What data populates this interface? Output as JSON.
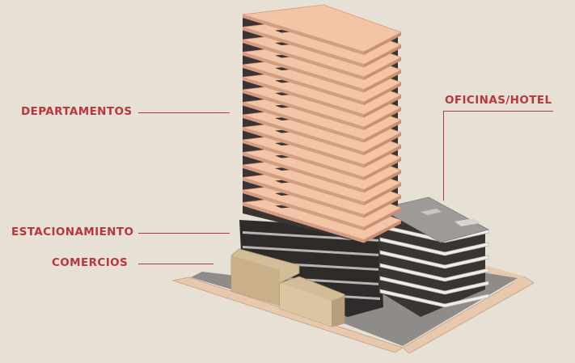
{
  "labels": {
    "departamentos": "DEPARTAMENTOS",
    "oficinas_hotel": "OFICINAS/HOTEL",
    "estacionamiento": "ESTACIONAMIENTO",
    "comercios": "COMERCIOS"
  },
  "colors": {
    "background": "#e6e0d5",
    "label": "#b8363c",
    "slab": "#f3c4a6",
    "slab_edge": "#d49c80",
    "core": "#3a3533",
    "retail": "#d3bc98",
    "retail_dark": "#b59e7c",
    "office_roof": "#9e9a97",
    "ground": "#8f8b88",
    "site_edge": "#e9c9ad"
  }
}
